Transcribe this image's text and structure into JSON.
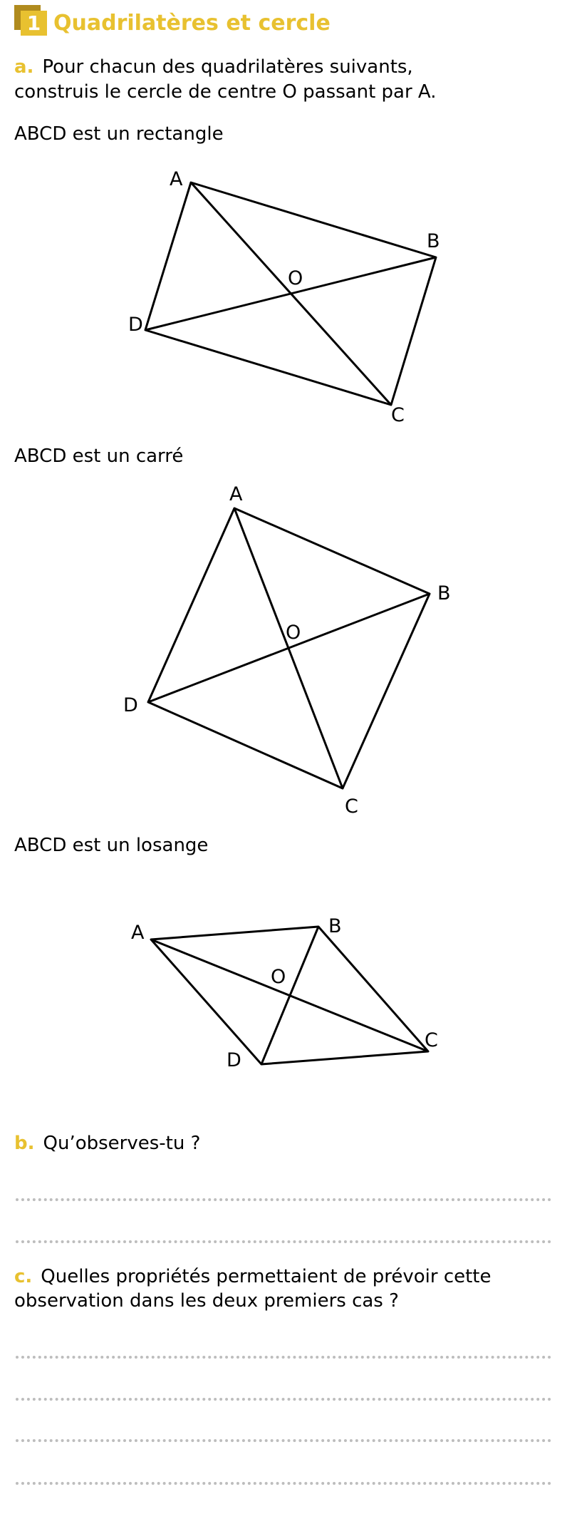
{
  "exercise": {
    "number": "1",
    "title": "Quadrilatères et cercle",
    "accent_color": "#e8c130"
  },
  "part_a": {
    "key": "a.",
    "line1": "Pour chacun des quadrilatères suivants,",
    "line2": "construis le cercle de centre O passant par A."
  },
  "figures": [
    {
      "heading": "ABCD est un rectangle",
      "labels": {
        "A": "A",
        "B": "B",
        "C": "C",
        "D": "D",
        "O": "O"
      }
    },
    {
      "heading": "ABCD est un carré",
      "labels": {
        "A": "A",
        "B": "B",
        "C": "C",
        "D": "D",
        "O": "O"
      }
    },
    {
      "heading": "ABCD est un losange",
      "labels": {
        "A": "A",
        "B": "B",
        "C": "C",
        "D": "D",
        "O": "O"
      }
    }
  ],
  "part_b": {
    "key": "b.",
    "question": "Qu’observes-tu ?"
  },
  "part_c": {
    "key": "c.",
    "line1": "Quelles propriétés permettaient de prévoir cette",
    "line2": "observation dans les deux premiers cas ?"
  }
}
